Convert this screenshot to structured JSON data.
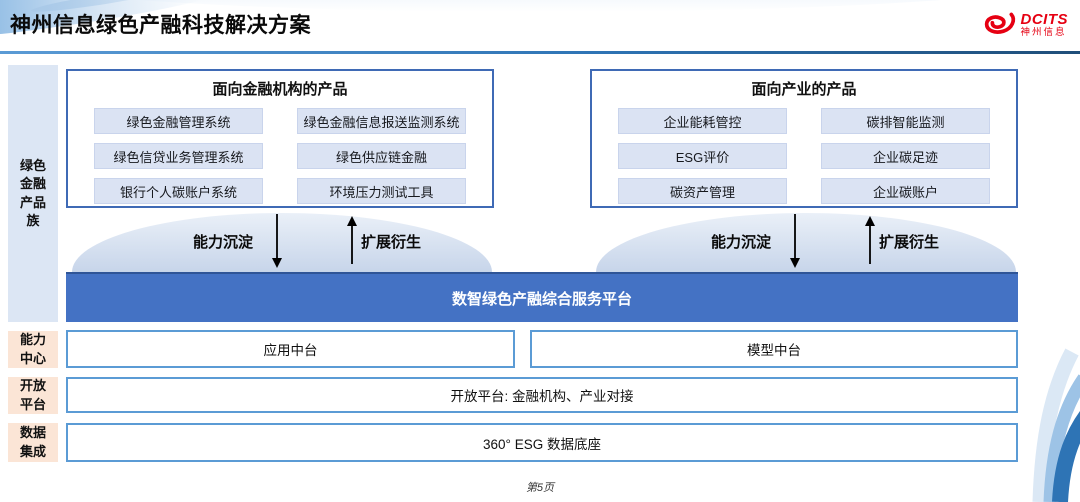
{
  "header": {
    "title": "神州信息绿色产融科技解决方案",
    "logo": {
      "brand": "DCITS",
      "brand_cn": "神州信息"
    }
  },
  "sidebar": {
    "product_family_label": "绿色金融产品族",
    "rows": [
      {
        "label": "能力中心"
      },
      {
        "label": "开放平台"
      },
      {
        "label": "数据集成"
      }
    ]
  },
  "product_groups": [
    {
      "title": "面向金融机构的产品",
      "items": [
        "绿色金融管理系统",
        "绿色金融信息报送监测系统",
        "绿色信贷业务管理系统",
        "绿色供应链金融",
        "银行个人碳账户系统",
        "环境压力测试工具"
      ]
    },
    {
      "title": "面向产业的产品",
      "items": [
        "企业能耗管控",
        "碳排智能监测",
        "ESG评价",
        "企业碳足迹",
        "碳资产管理",
        "企业碳账户"
      ]
    }
  ],
  "flows": {
    "down_label": "能力沉淀",
    "up_label": "扩展衍生"
  },
  "platform_banner": "数智绿色产融综合服务平台",
  "capability_center": [
    "应用中台",
    "模型中台"
  ],
  "open_platform": "开放平台: 金融机构、产业对接",
  "data_base": "360° ESG 数据底座",
  "footer": {
    "page": "第5页"
  },
  "colors": {
    "banner_blue": "#4472c4",
    "banner_border": "#2f5597",
    "group_border_blue": "#3f6ab5",
    "row_border_blue": "#5b9bd5",
    "item_fill": "#dbe3f3",
    "sidebar_blue": "#dce6f4",
    "sidebar_peach": "#fbe5d6",
    "logo_red": "#e60012",
    "title_rule_blue": "#2e74b5"
  }
}
